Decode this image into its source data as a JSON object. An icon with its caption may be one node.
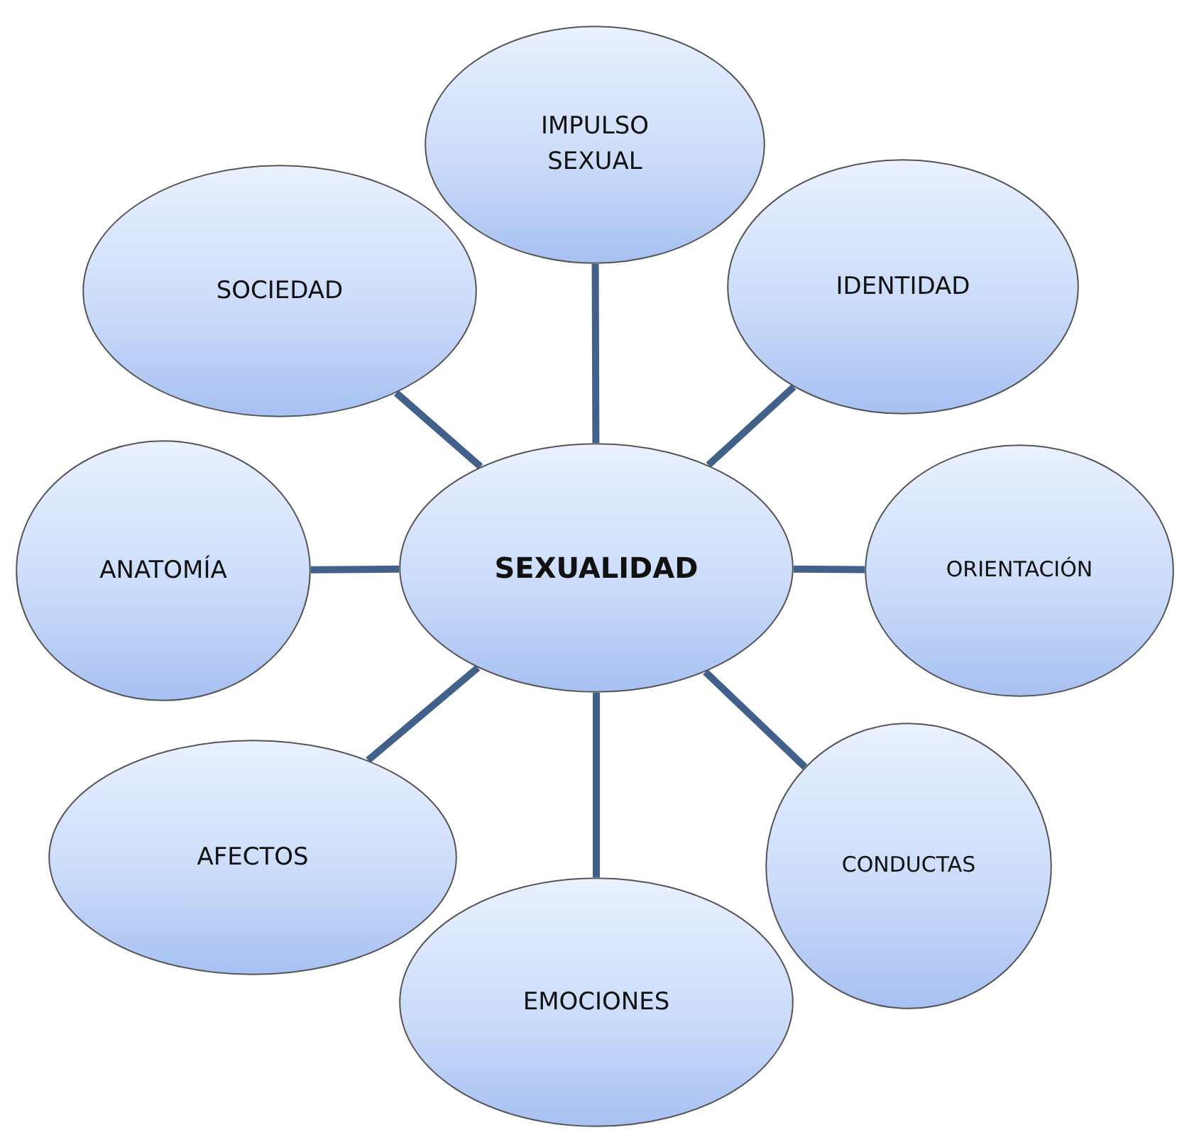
{
  "diagram": {
    "nodes": [
      {
        "text": [
          "SEXUALIDAD"
        ]
      },
      {
        "text": [
          "IMPULSO SEXUAL"
        ]
      },
      {
        "text": [
          "IDENTIDAD"
        ]
      },
      {
        "text": [
          "ORIENTACIÓN"
        ]
      },
      {
        "text": [
          "CONDUCTAS"
        ]
      },
      {
        "text": [
          "EMOCIONES"
        ]
      },
      {
        "text": [
          "AFECTOS"
        ]
      },
      {
        "text": [
          "ANATOMÍA"
        ]
      },
      {
        "text": [
          "SOCIEDAD"
        ]
      }
    ],
    "edges": [
      {
        "from": 0,
        "to": 1,
        "arrow": "none"
      },
      {
        "from": 0,
        "to": 2,
        "arrow": "none"
      },
      {
        "from": 0,
        "to": 3,
        "arrow": "none"
      },
      {
        "from": 0,
        "to": 4,
        "arrow": "none"
      },
      {
        "from": 0,
        "to": 5,
        "arrow": "none"
      },
      {
        "from": 0,
        "to": 6,
        "arrow": "none"
      },
      {
        "from": 0,
        "to": 7,
        "arrow": "none"
      },
      {
        "from": 0,
        "to": 8,
        "arrow": "none"
      }
    ]
  }
}
